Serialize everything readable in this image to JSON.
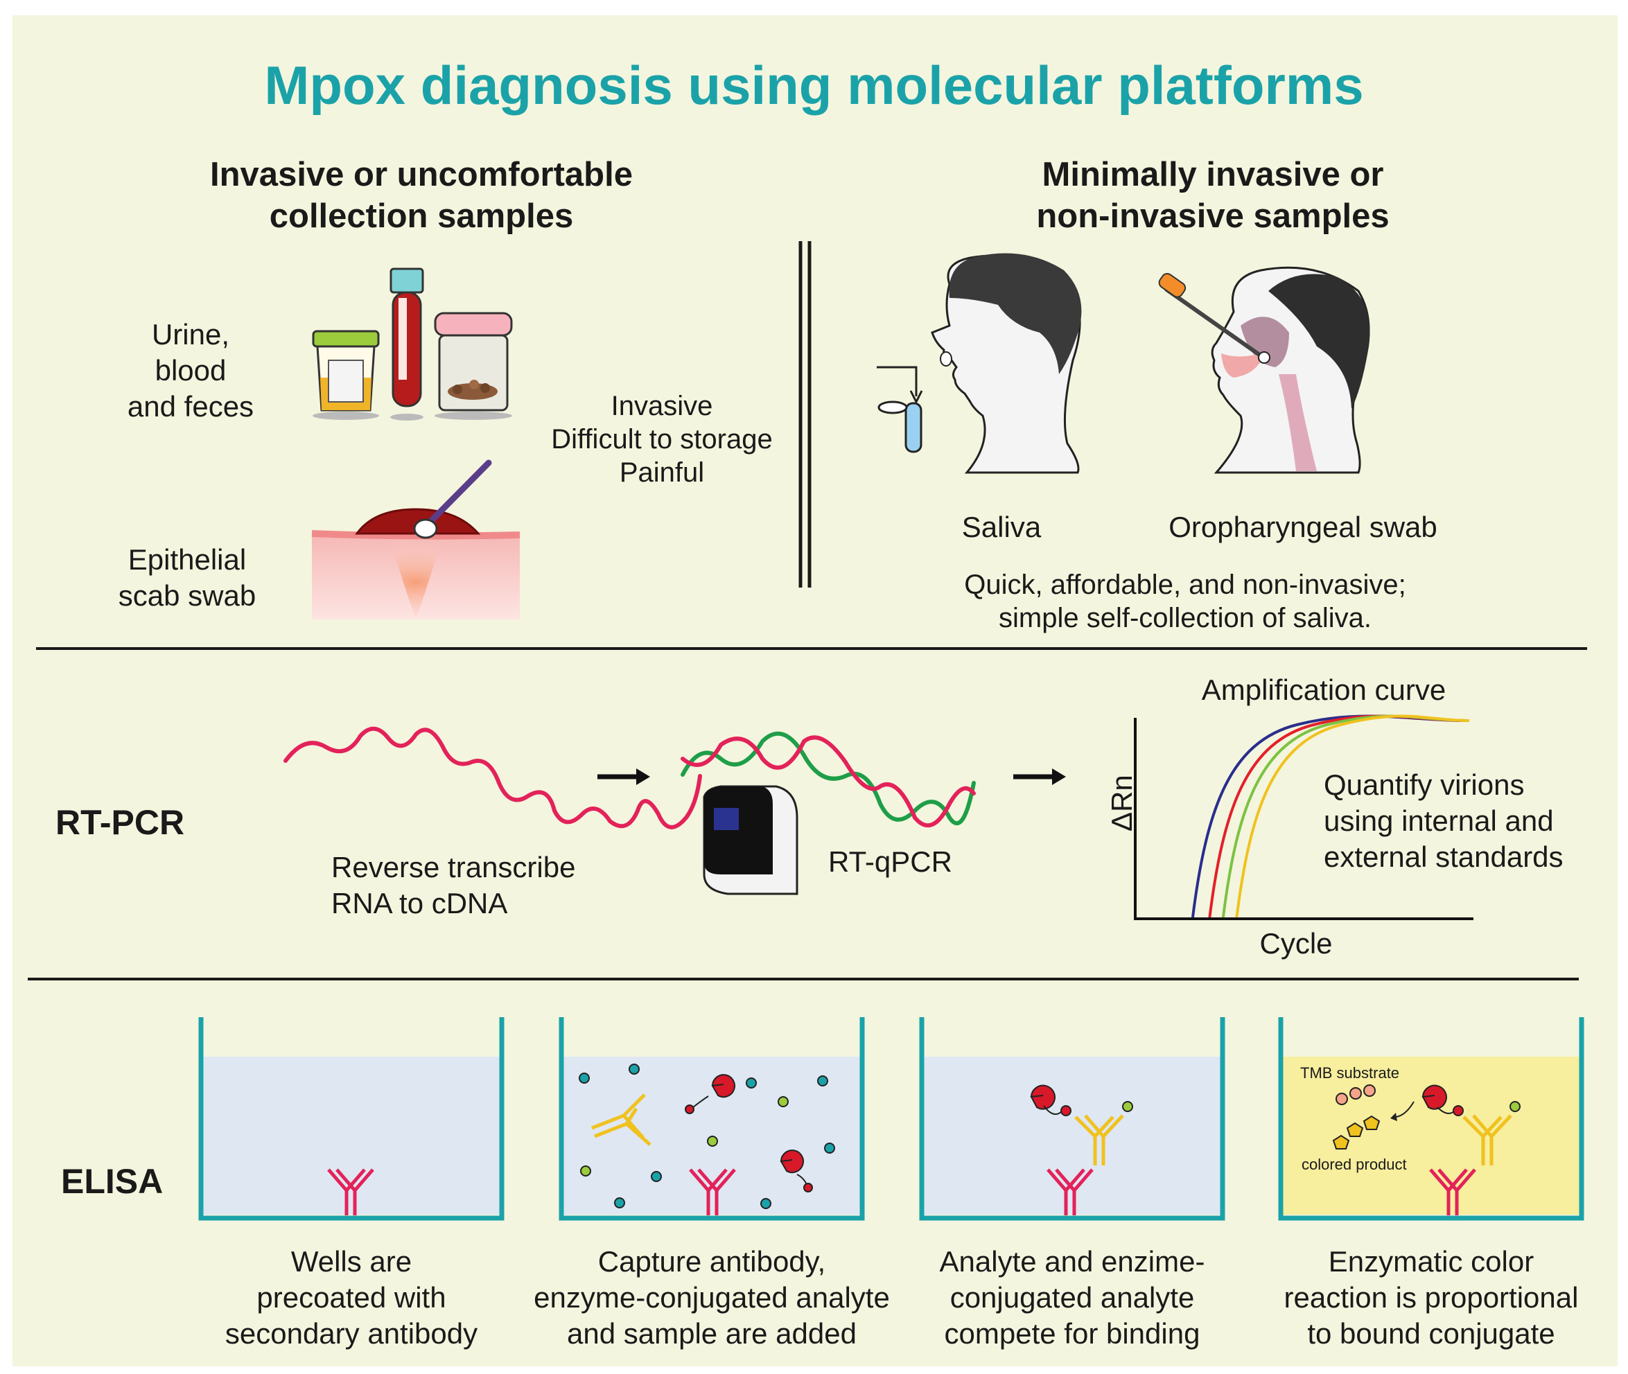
{
  "title": "Mpox diagnosis using molecular platforms",
  "colors": {
    "accent": "#1ba2a9",
    "background": "#f4f5de",
    "pink": "#e3225a",
    "green": "#1e9e48",
    "gold": "#f0c21f"
  },
  "samples": {
    "invasive": {
      "heading_line1": "Invasive or uncomfortable",
      "heading_line2": "collection samples",
      "group1_line1": "Urine,",
      "group1_line2": "blood",
      "group1_line3": "and feces",
      "group2_line1": "Epithelial",
      "group2_line2": "scab swab",
      "note_line1": "Invasive",
      "note_line2": "Difficult to storage",
      "note_line3": "Painful"
    },
    "noninvasive": {
      "heading_line1": "Minimally invasive or",
      "heading_line2": "non-invasive samples",
      "saliva_label": "Saliva",
      "swab_label": "Oropharyngeal swab",
      "note_line1": "Quick, affordable, and non-invasive;",
      "note_line2": "simple self-collection of saliva."
    }
  },
  "rtpcr": {
    "label": "RT-PCR",
    "step1_line1": "Reverse transcribe",
    "step1_line2": "RNA to cDNA",
    "step2": "RT-qPCR",
    "chart_title": "Amplification curve",
    "quantify_line1": "Quantify virions",
    "quantify_line2": "using internal and",
    "quantify_line3": "external standards"
  },
  "chart_data": {
    "type": "line",
    "title": "Amplification curve",
    "xlabel": "Cycle",
    "ylabel": "ΔRn",
    "series": [
      {
        "color": "#2a2e8c",
        "threshold_cycle": 0.17
      },
      {
        "color": "#e3202a",
        "threshold_cycle": 0.22
      },
      {
        "color": "#7cc242",
        "threshold_cycle": 0.26
      },
      {
        "color": "#f0c21f",
        "threshold_cycle": 0.3
      }
    ]
  },
  "elisa": {
    "label": "ELISA",
    "tmb_label": "TMB substrate",
    "colored_label": "colored product",
    "well1_line1": "Wells are",
    "well1_line2": "precoated with",
    "well1_line3": "secondary antibody",
    "well2_line1": "Capture antibody,",
    "well2_line2": "enzyme-conjugated analyte",
    "well2_line3": "and sample are added",
    "well3_line1": "Analyte and enzime-",
    "well3_line2": "conjugated analyte",
    "well3_line3": "compete for binding",
    "well4_line1": "Enzymatic color",
    "well4_line2": "reaction is proportional",
    "well4_line3": "to bound conjugate"
  }
}
